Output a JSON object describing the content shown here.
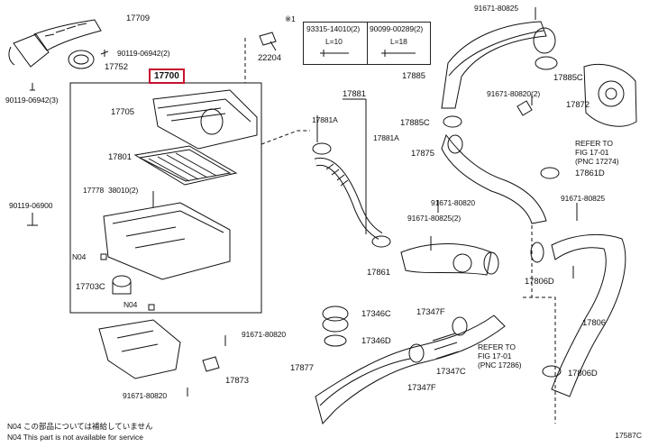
{
  "labels": {
    "p17709": "17709",
    "p90119_06942_2": "90119-06942(2)",
    "p17752": "17752",
    "p17700": "17700",
    "p90119_06942_3": "90119-06942(3)",
    "p17705": "17705",
    "p17801": "17801",
    "p17778": "17778",
    "p38010": "38010(2)",
    "p90119_06900": "90119-06900",
    "pN04a": "N04",
    "p17703C": "17703C",
    "pN04b": "N04",
    "p22204": "22204",
    "p_ref1": "※1",
    "p17881": "17881",
    "p17881A_l": "17881A",
    "p17881A_r": "17881A",
    "p91671_80825_top": "91671-80825",
    "p17885": "17885",
    "p17885C_top": "17885C",
    "p91671_80820_2": "91671-80820(2)",
    "p17872": "17872",
    "p17885C_mid": "17885C",
    "p17875": "17875",
    "p17861D": "17861D",
    "p91671_80820_mid": "91671-80820",
    "p91671_80825_2": "91671-80825(2)",
    "p91671_80825_r": "91671-80825",
    "p17861": "17861",
    "p17806D_top": "17806D",
    "p17806": "17806",
    "p17346C": "17346C",
    "p17346D": "17346D",
    "p17347F_top": "17347F",
    "p17347C": "17347C",
    "p17347F_bot": "17347F",
    "p17877": "17877",
    "p17806D_bot": "17806D",
    "p91671_80820_lower": "91671-80820",
    "p17873": "17873",
    "p91671_80820_low2": "91671-80820"
  },
  "refs": {
    "ref1_l1": "REFER TO",
    "ref1_l2": "FIG 17-01",
    "ref1_l3": "(PNC 17274)",
    "ref2_l1": "REFER TO",
    "ref2_l2": "FIG 17-01",
    "ref2_l3": "(PNC 17286)"
  },
  "bolt_table": {
    "left_part": "93315-14010(2)",
    "right_part": "90099-00289(2)",
    "left_dim": "L=10",
    "right_dim": "L=18"
  },
  "notes": {
    "line1": "N04  この部品については補給していません",
    "line2": "N04  This part is not available for service"
  },
  "figure_id": "17587C",
  "colors": {
    "highlight": "#c8102e",
    "line": "#111111"
  }
}
